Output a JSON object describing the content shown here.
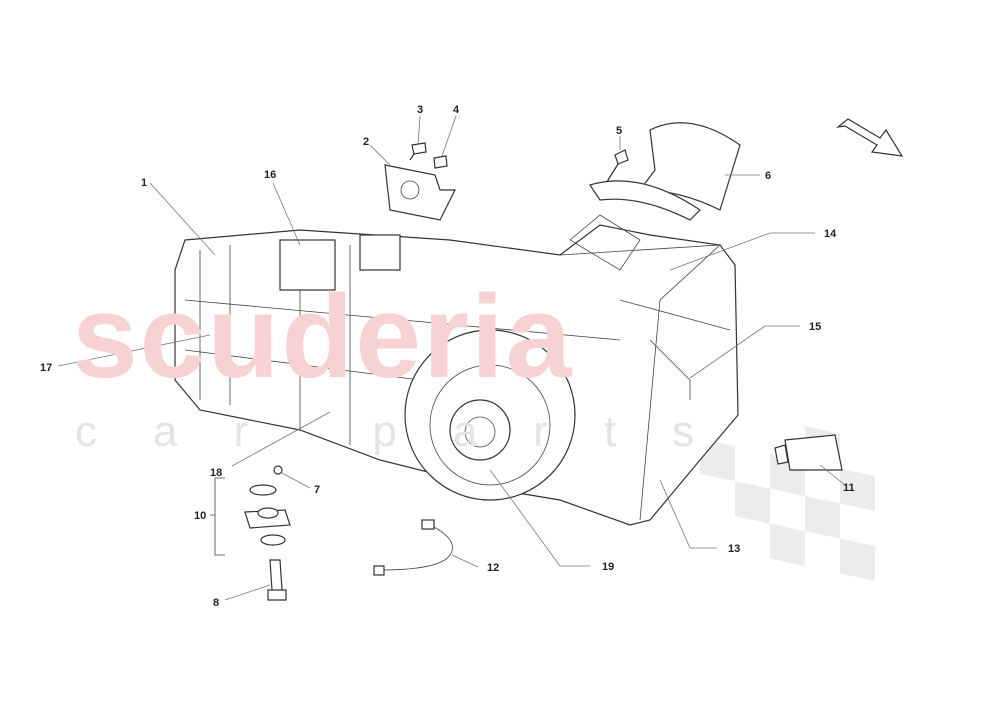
{
  "watermark": {
    "brand": "scuderia",
    "tagline": "car parts",
    "color": "#f6d2d2"
  },
  "callouts": [
    {
      "number": "1"
    },
    {
      "number": "2"
    },
    {
      "number": "3"
    },
    {
      "number": "4"
    },
    {
      "number": "5"
    },
    {
      "number": "6"
    },
    {
      "number": "7"
    },
    {
      "number": "8"
    },
    {
      "number": "10"
    },
    {
      "number": "11"
    },
    {
      "number": "12"
    },
    {
      "number": "13"
    },
    {
      "number": "14"
    },
    {
      "number": "15"
    },
    {
      "number": "16"
    },
    {
      "number": "17"
    },
    {
      "number": "18"
    },
    {
      "number": "19"
    }
  ],
  "direction_arrow": "arrow-icon"
}
